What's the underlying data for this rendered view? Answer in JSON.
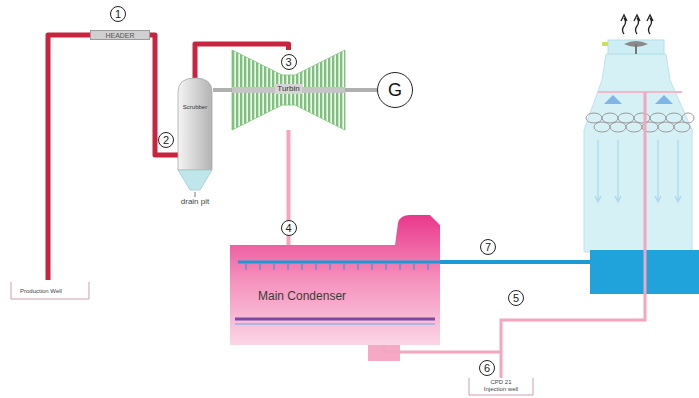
{
  "diagram": {
    "nodes": [
      {
        "text": [
          "HEADER"
        ]
      },
      {
        "text": [
          "Scrubber"
        ]
      },
      {
        "text": [
          "Turbin"
        ]
      },
      {
        "text": [
          "G"
        ]
      },
      {
        "text": [
          "Main Condenser"
        ]
      },
      {
        "text": [
          "Production Well"
        ]
      },
      {
        "text": [
          "CPD 21",
          "Injection well"
        ]
      }
    ],
    "edges": [
      {
        "from": 5,
        "to": 0,
        "arrow": "none"
      },
      {
        "from": 0,
        "to": 1,
        "arrow": "none"
      },
      {
        "from": 1,
        "to": 2,
        "arrow": "none"
      },
      {
        "from": 2,
        "to": 4,
        "arrow": "none"
      },
      {
        "from": 2,
        "to": 3,
        "arrow": "none"
      },
      {
        "from": 4,
        "to": 6,
        "arrow": "none"
      }
    ],
    "labels": [
      "1",
      "2",
      "3",
      "4",
      "5",
      "6",
      "7",
      "drain pit"
    ]
  }
}
